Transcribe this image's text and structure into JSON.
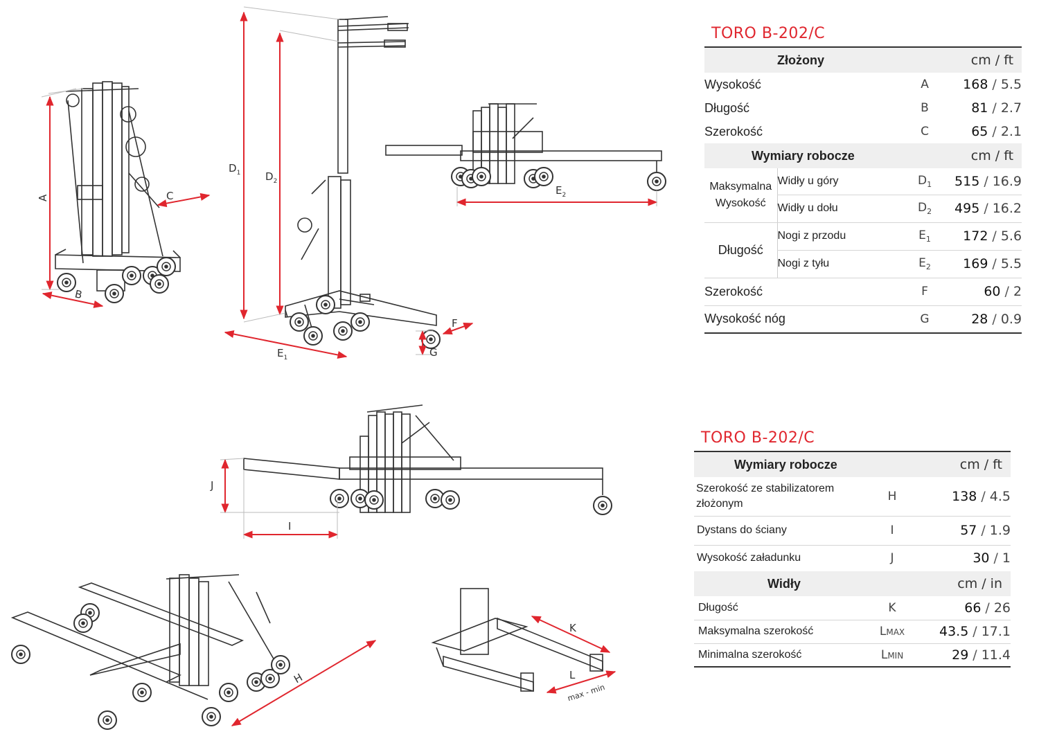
{
  "diagram": {
    "labels": {
      "A": "A",
      "B": "B",
      "C": "C",
      "D1": "D",
      "D1_sub": "1",
      "D2": "D",
      "D2_sub": "2",
      "E1": "E",
      "E1_sub": "1",
      "E2": "E",
      "E2_sub": "2",
      "F": "F",
      "G": "G",
      "H": "H",
      "I": "I",
      "J": "J",
      "K": "K",
      "L": "L",
      "L_note": "max - min"
    },
    "accent_color": "#e0262e"
  },
  "table1": {
    "title": "TORO B-202/C",
    "folded_header": "Złożony",
    "unit_header": "cm  /  ft",
    "folded_rows": [
      {
        "label": "Wysokość",
        "symbol": "A",
        "cm": "168",
        "ft": "5.5"
      },
      {
        "label": "Długość",
        "symbol": "B",
        "cm": "81",
        "ft": "2.7"
      },
      {
        "label": "Szerokość",
        "symbol": "C",
        "cm": "65",
        "ft": "2.1"
      }
    ],
    "working_header": "Wymiary robocze",
    "max_height_group": "Maksymalna Wysokość",
    "max_height_rows": [
      {
        "label": "Widły u góry",
        "symbol": "D",
        "sub": "1",
        "cm": "515",
        "ft": "16.9"
      },
      {
        "label": "Widły u dołu",
        "symbol": "D",
        "sub": "2",
        "cm": "495",
        "ft": "16.2"
      }
    ],
    "length_group": "Długość",
    "length_rows": [
      {
        "label": "Nogi z przodu",
        "symbol": "E",
        "sub": "1",
        "cm": "172",
        "ft": "5.6"
      },
      {
        "label": "Nogi z tyłu",
        "symbol": "E",
        "sub": "2",
        "cm": "169",
        "ft": "5.5"
      }
    ],
    "other_rows": [
      {
        "label": "Szerokość",
        "symbol": "F",
        "cm": "60",
        "ft": "2"
      },
      {
        "label": "Wysokość nóg",
        "symbol": "G",
        "cm": "28",
        "ft": "0.9"
      }
    ]
  },
  "table2": {
    "title": "TORO B-202/C",
    "working_header": "Wymiary robocze",
    "unit_header": "cm  /  ft",
    "working_rows": [
      {
        "label": "Szerokość ze stabilizatorem złożonym",
        "symbol": "H",
        "cm": "138",
        "ft": "4.5"
      },
      {
        "label": "Dystans do ściany",
        "symbol": "I",
        "cm": "57",
        "ft": "1.9"
      },
      {
        "label": "Wysokość załadunku",
        "symbol": "J",
        "cm": "30",
        "ft": "1"
      }
    ],
    "forks_header": "Widły",
    "forks_unit_header": "cm  /  in",
    "forks_rows": [
      {
        "label": "Długość",
        "symbol": "K",
        "cm": "66",
        "ft": "26"
      },
      {
        "label": "Maksymalna szerokość",
        "symbol": "L",
        "sub": "MAX",
        "cm": "43.5",
        "ft": "17.1"
      },
      {
        "label": "Minimalna szerokość",
        "symbol": "L",
        "sub": "MIN",
        "cm": "29",
        "ft": "11.4"
      }
    ]
  }
}
